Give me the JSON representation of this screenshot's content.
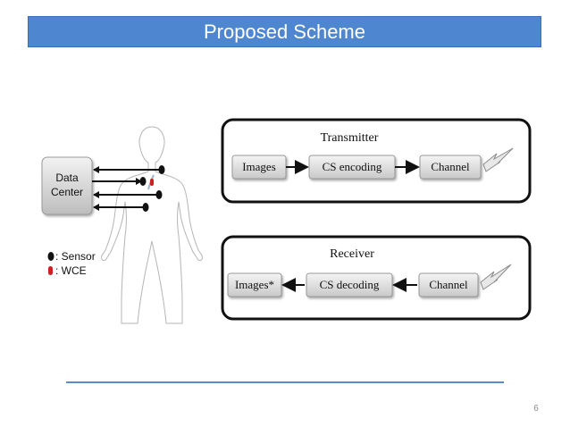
{
  "slide": {
    "title": "Proposed Scheme",
    "page_number": "6"
  },
  "body_diagram": {
    "data_center_line1": "Data",
    "data_center_line2": "Center",
    "legend": {
      "sensor": ": Sensor",
      "wce": ": WCE"
    }
  },
  "transmitter": {
    "title": "Transmitter",
    "blocks": [
      "Images",
      "CS encoding",
      "Channel"
    ]
  },
  "receiver": {
    "title": "Receiver",
    "blocks": [
      "Images*",
      "CS decoding",
      "Channel"
    ]
  },
  "colors": {
    "title_bar": "#4f86d0",
    "rule": "#5b8cc7",
    "sensor": "#111111",
    "wce": "#cc2222"
  }
}
